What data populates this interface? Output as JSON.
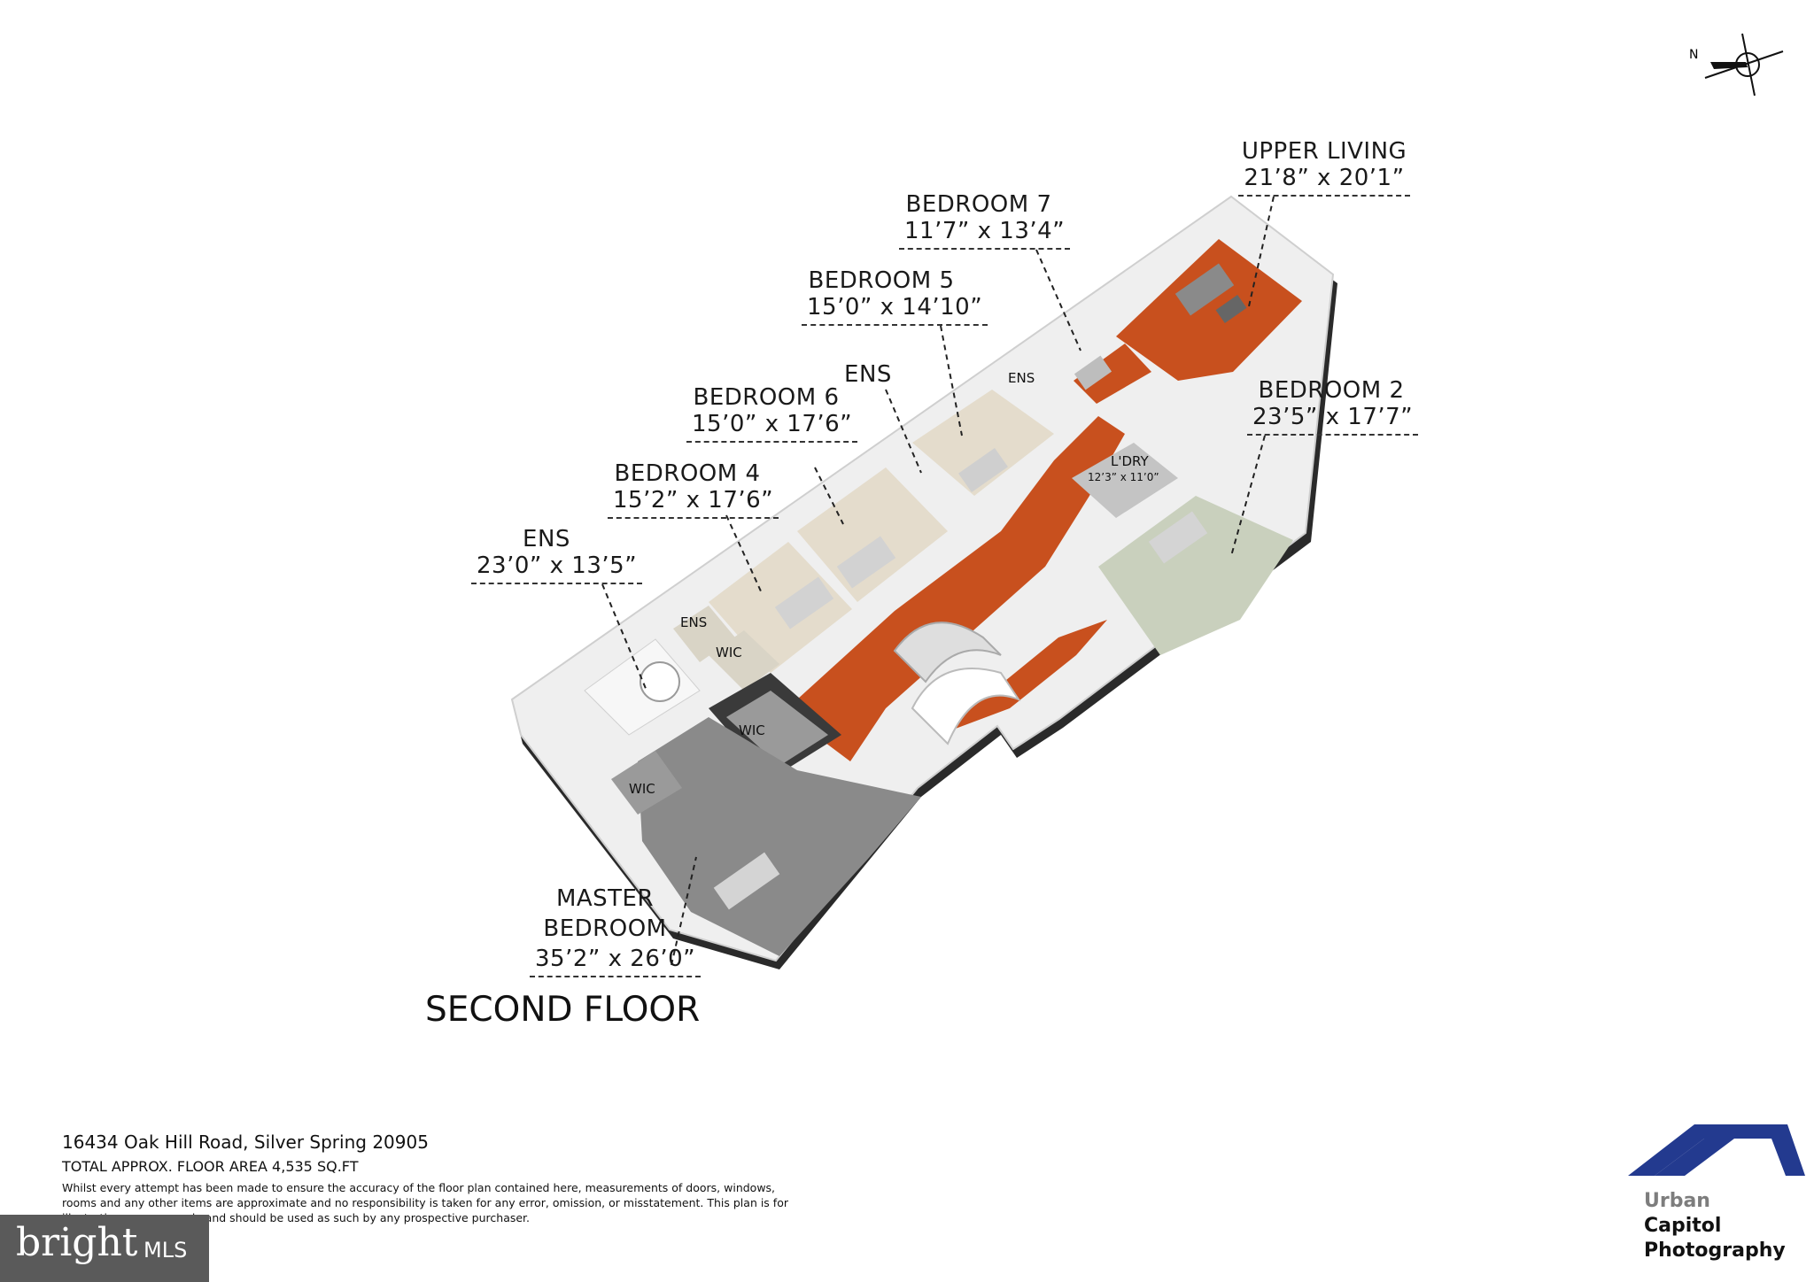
{
  "compass": {
    "label": "N"
  },
  "rooms": {
    "upper_living": {
      "name": "UPPER LIVING",
      "dim": "21’8” x 20’1”"
    },
    "bedroom7": {
      "name": "BEDROOM 7",
      "dim": "11’7” x 13’4”"
    },
    "bedroom5": {
      "name": "BEDROOM 5",
      "dim": "15’0” x 14’10”"
    },
    "ens_mid": {
      "name": "ENS"
    },
    "bedroom6": {
      "name": "BEDROOM 6",
      "dim": "15’0” x 17’6”"
    },
    "bedroom2": {
      "name": "BEDROOM 2",
      "dim": "23’5” x 17’7”"
    },
    "bedroom4": {
      "name": "BEDROOM 4",
      "dim": "15’2” x 17’6”"
    },
    "ens_master": {
      "name": "ENS",
      "dim": "23’0” x 13’5”"
    },
    "master": {
      "name_line1": "MASTER",
      "name_line2": "BEDROOM",
      "dim": "35’2” x 26’0”"
    }
  },
  "plan_labels": {
    "ens_upper": "ENS",
    "laundry": "L'DRY",
    "laundry_dim": "12’3” x 11’0”",
    "ens_small": "ENS",
    "wic_1": "WIC",
    "wic_2": "WIC",
    "wic_3": "WIC"
  },
  "floor_title": "SECOND FLOOR",
  "footer": {
    "address": "16434 Oak Hill Road, Silver Spring 20905",
    "area": "TOTAL APPROX. FLOOR AREA 4,535 SQ.FT",
    "disclaimer": "Whilst every attempt has been made to ensure the accuracy of the floor plan contained here, measurements of doors, windows, rooms and any other items are approximate and no responsibility is taken for any error, omission, or misstatement. This plan is for illustrative purposes only and should be used as such by any prospective purchaser."
  },
  "logos": {
    "bright": "bright",
    "mls": "MLS",
    "brand_line1": "Urban",
    "brand_line2": "Capitol",
    "brand_line3": "Photography"
  },
  "colors": {
    "wood_floor": "#c8501e",
    "carpet_beige": "#e4dccc",
    "carpet_gray": "#8a8a8a",
    "carpet_sage": "#c9d0bd",
    "wall": "#f4f4f4",
    "wall_dark": "#2a2a2a",
    "brand_blue": "#233a8f",
    "brand_text": "#7d7d7d"
  }
}
